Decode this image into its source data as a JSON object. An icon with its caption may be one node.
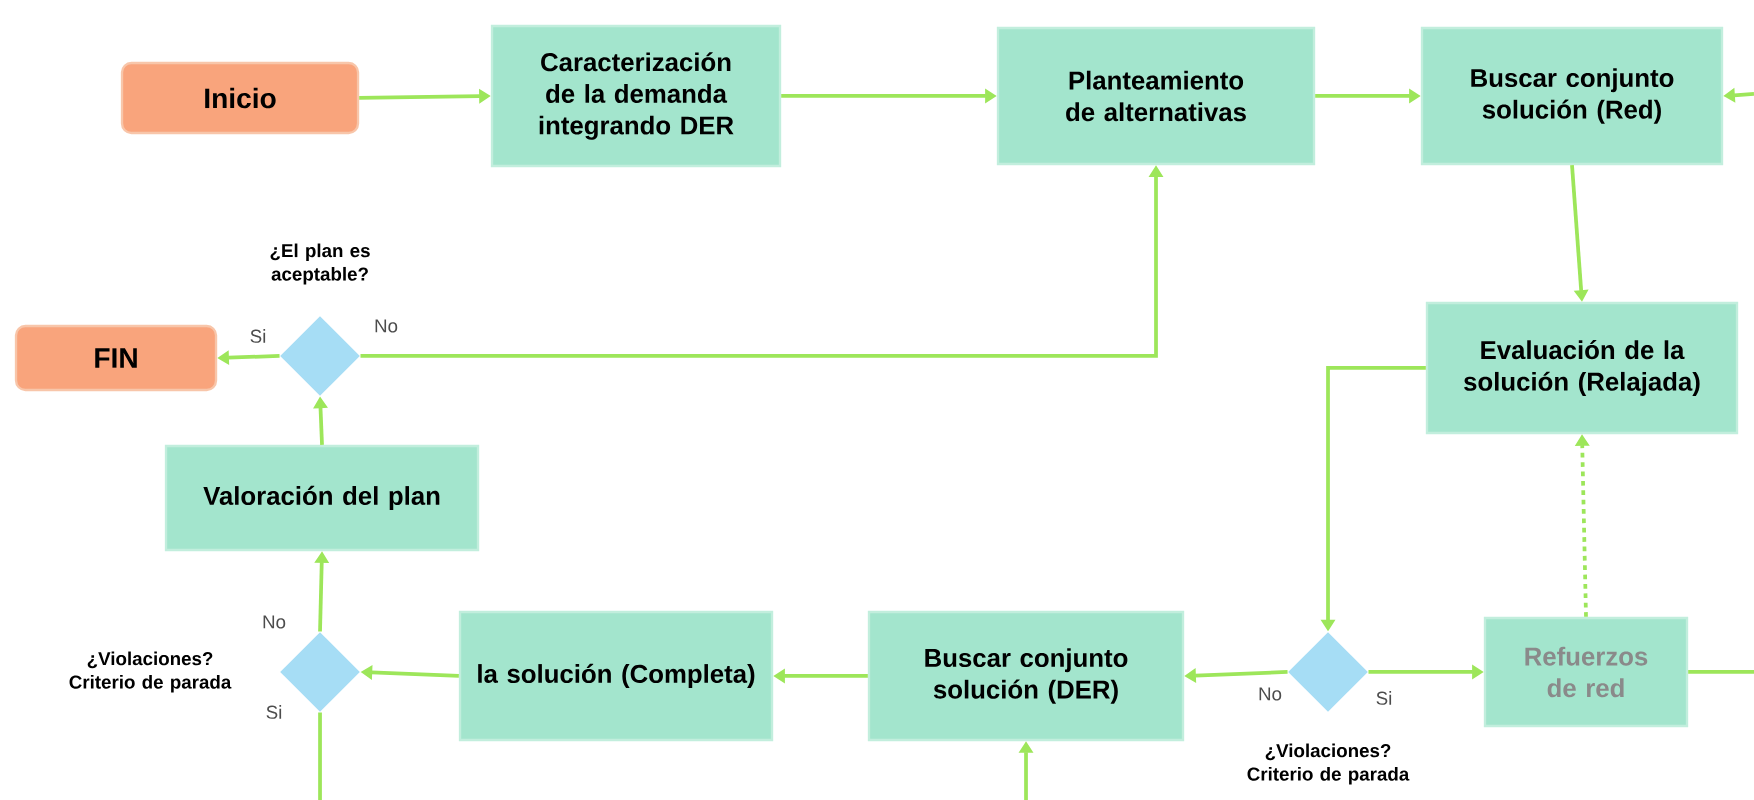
{
  "diagram": {
    "nodes": [
      {
        "text": [
          "Inicio"
        ]
      },
      {
        "text": [
          "Caracterización de la demanda integrando DER"
        ]
      },
      {
        "text": [
          "Planteamiento de alternativas"
        ]
      },
      {
        "text": [
          "Buscar conjunto solución (Red)"
        ]
      },
      {
        "text": [
          "Evaluación de la solución (Relajada)"
        ]
      },
      {
        "text": [
          "¿El plan es aceptable?"
        ]
      },
      {
        "text": [
          "FIN"
        ]
      },
      {
        "text": [
          "Valoración del plan"
        ]
      },
      {
        "text": [
          "¿Violaciones? Criterio de parada"
        ]
      },
      {
        "text": [
          "la solución (Completa)"
        ]
      },
      {
        "text": [
          "Buscar conjunto solución (DER)"
        ]
      },
      {
        "text": [
          "¿Violaciones? Criterio de parada"
        ]
      },
      {
        "text": [
          "Refuerzos de red"
        ]
      }
    ],
    "edges": [
      {
        "from": 0,
        "to": 1,
        "arrow": "to"
      },
      {
        "from": 1,
        "to": 2,
        "arrow": "to"
      },
      {
        "from": 2,
        "to": 3,
        "arrow": "to"
      },
      {
        "from": 3,
        "to": 4,
        "arrow": "to"
      },
      {
        "from": null,
        "to": 3,
        "arrow": "to"
      },
      {
        "from": 4,
        "to": 11,
        "arrow": "to"
      },
      {
        "from": 11,
        "to": 10,
        "arrow": "to",
        "label": "No"
      },
      {
        "from": 11,
        "to": 12,
        "arrow": "to",
        "label": "Si"
      },
      {
        "from": 12,
        "to": 4,
        "arrow": "to",
        "style": "dashed"
      },
      {
        "from": 12,
        "to": null,
        "arrow": "none"
      },
      {
        "from": 10,
        "to": 9,
        "arrow": "to"
      },
      {
        "from": 9,
        "to": 8,
        "arrow": "to"
      },
      {
        "from": 8,
        "to": 7,
        "arrow": "to",
        "label": "No"
      },
      {
        "from": 8,
        "to": null,
        "arrow": "none",
        "label": "Si"
      },
      {
        "from": 7,
        "to": 5,
        "arrow": "to"
      },
      {
        "from": 5,
        "to": 6,
        "arrow": "to",
        "label": "Si"
      },
      {
        "from": 5,
        "to": 2,
        "arrow": "to",
        "label": "No"
      },
      {
        "from": null,
        "to": 10,
        "arrow": "to"
      }
    ]
  }
}
